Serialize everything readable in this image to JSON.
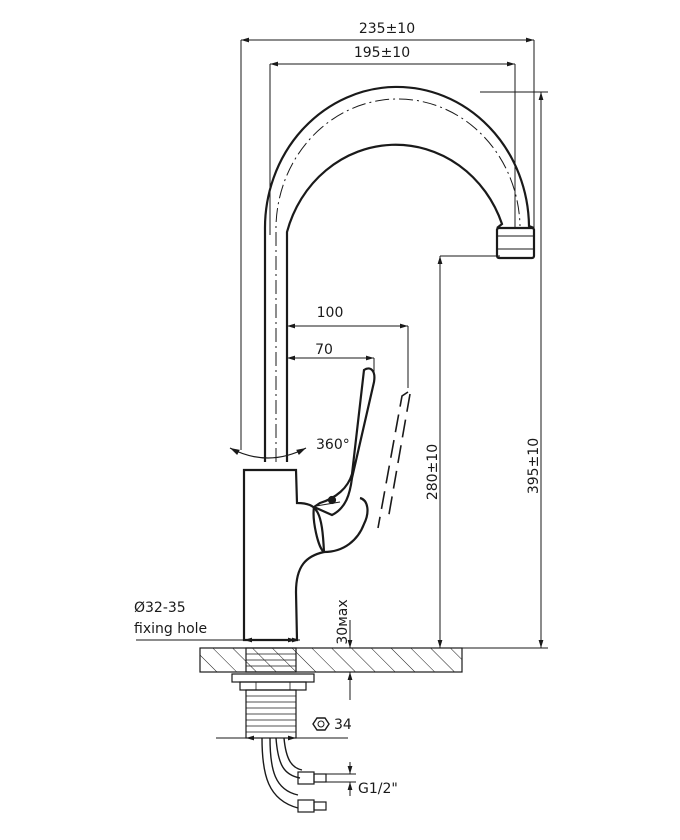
{
  "dimensions": {
    "overall_width": "235±10",
    "spout_reach": "195±10",
    "lever_reach_1": "100",
    "lever_reach_2": "70",
    "rotation": "360°",
    "spout_height": "280±10",
    "overall_height": "395±10",
    "max_thickness": "30мах",
    "hole_diameter": "Ø32-35",
    "hole_label": "fixing hole",
    "nut_size": "34",
    "thread": "G1/2\""
  },
  "icons": {
    "nut": "hexagon-icon"
  }
}
